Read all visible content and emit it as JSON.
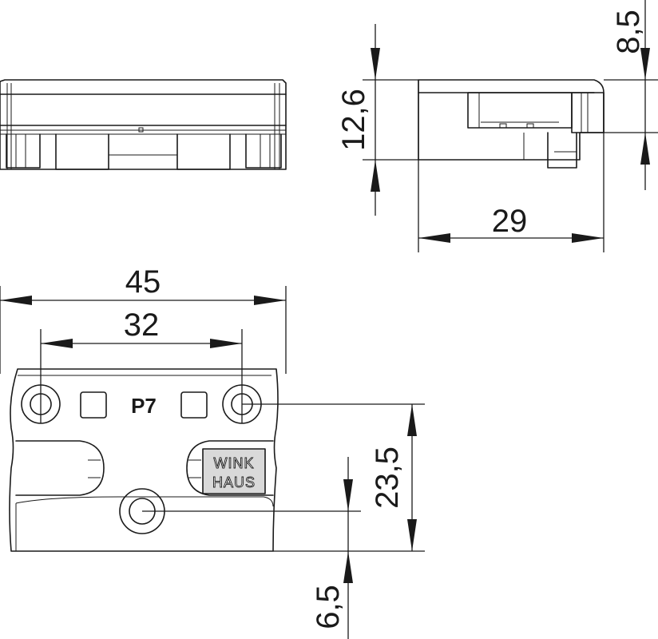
{
  "drawing": {
    "dimensions": {
      "overall_width": "45",
      "hole_spacing": "32",
      "vertical_offset": "23,5",
      "bottom_offset": "6,5",
      "height": "12,6",
      "top_step": "8,5",
      "depth": "29"
    },
    "part_marking": "P7",
    "logo": {
      "line1": "WINK",
      "line2": "HAUS"
    }
  }
}
